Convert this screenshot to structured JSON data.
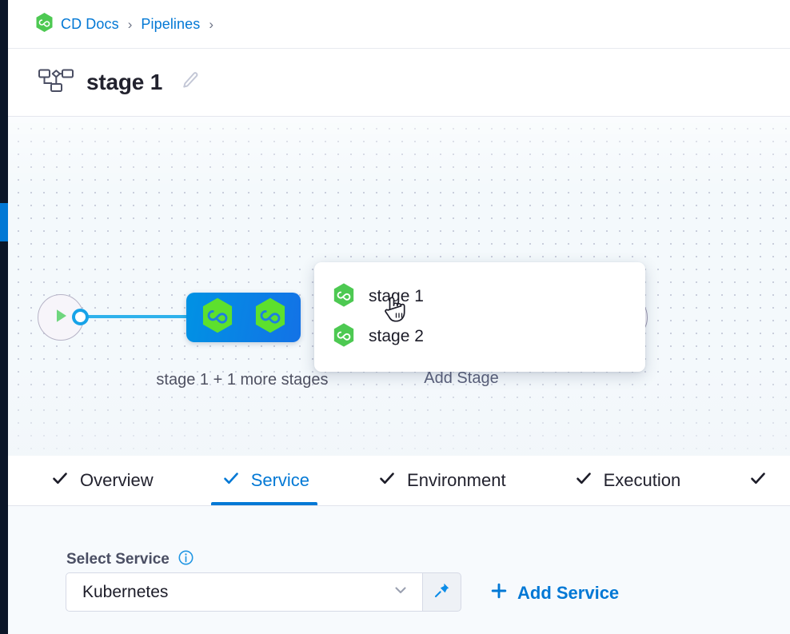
{
  "breadcrumb": {
    "icon": "harness-hexagon-icon",
    "items": [
      {
        "label": "CD Docs"
      },
      {
        "label": "Pipelines"
      }
    ],
    "separator": "›"
  },
  "header": {
    "icon": "pipeline-graph-icon",
    "title": "stage 1",
    "edit_icon": "pencil-icon"
  },
  "canvas": {
    "start_node": {
      "icon": "play-icon"
    },
    "group_node": {
      "icons": [
        "harness-hexagon-icon",
        "harness-hexagon-icon"
      ],
      "label": "stage 1 + 1 more stages"
    },
    "add_stage": {
      "label": "Add Stage",
      "icon": "add-stage-bar-icon"
    },
    "cursor": "hand-pointer-cursor"
  },
  "stage_menu": {
    "items": [
      {
        "icon": "harness-hexagon-icon",
        "label": "stage 1"
      },
      {
        "icon": "harness-hexagon-icon",
        "label": "stage 2"
      }
    ]
  },
  "tabs": [
    {
      "label": "Overview",
      "icon": "check-icon",
      "active": false
    },
    {
      "label": "Service",
      "icon": "check-icon",
      "active": true
    },
    {
      "label": "Environment",
      "icon": "check-icon",
      "active": false
    },
    {
      "label": "Execution",
      "icon": "check-icon",
      "active": false
    },
    {
      "label": "",
      "icon": "check-icon",
      "active": false
    }
  ],
  "form": {
    "field_label": "Select Service",
    "info_icon": "info-icon",
    "select": {
      "value": "Kubernetes",
      "chevron_icon": "chevron-down-icon"
    },
    "pin_icon": "pin-icon",
    "add_service": {
      "label": "Add Service",
      "icon": "plus-icon"
    }
  },
  "colors": {
    "accent_blue": "#0278D5",
    "harness_green": "#4DC952",
    "node_blue_start": "#0092E4",
    "node_blue_end": "#1372E6",
    "edge_cyan": "#2FB2EC",
    "rail_dark": "#0B1628"
  }
}
